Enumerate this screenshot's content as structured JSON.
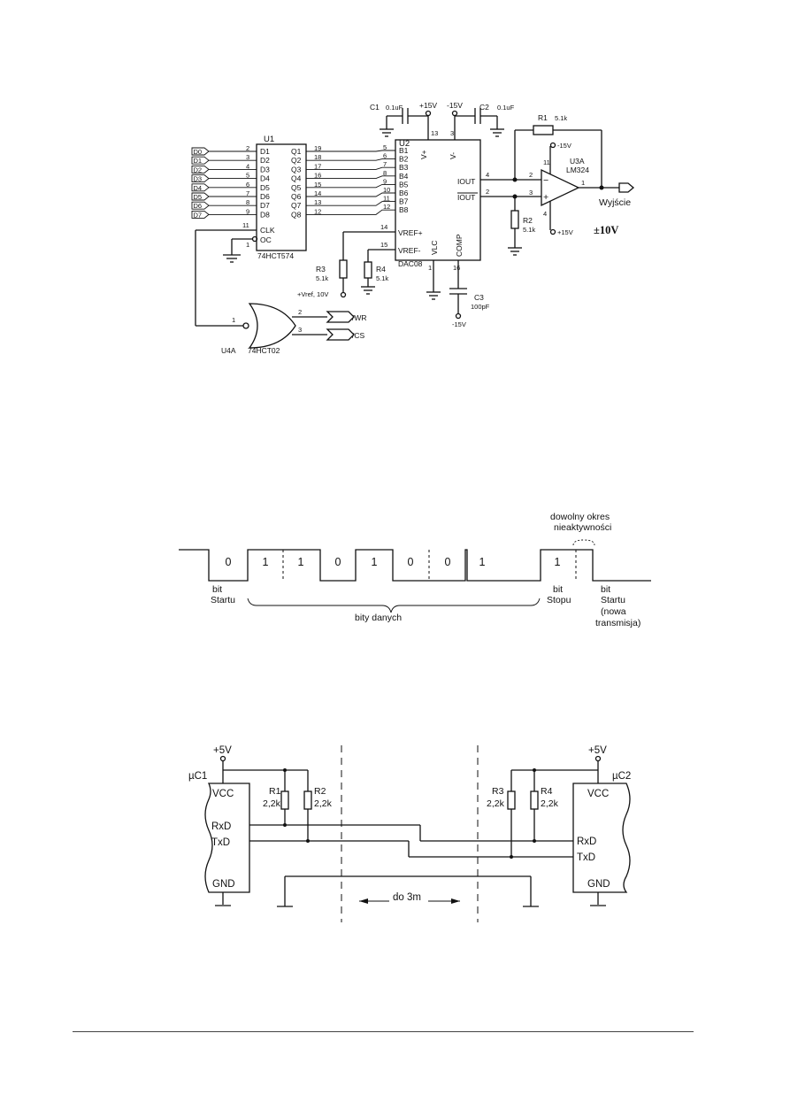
{
  "dac_circuit": {
    "u1": {
      "name": "U1",
      "part": "74HCT574",
      "d_pins": [
        "D1",
        "D2",
        "D3",
        "D4",
        "D5",
        "D6",
        "D7",
        "D8"
      ],
      "q_pins": [
        "Q1",
        "Q2",
        "Q3",
        "Q4",
        "Q5",
        "Q6",
        "Q7",
        "Q8"
      ],
      "clk": "CLK",
      "oc": "OC",
      "in_pins": [
        "2",
        "3",
        "4",
        "5",
        "6",
        "7",
        "8",
        "9"
      ],
      "out_pins": [
        "19",
        "18",
        "17",
        "16",
        "15",
        "14",
        "13",
        "12"
      ],
      "clk_pin": "11",
      "oc_pin": "1"
    },
    "bus_inputs": [
      "D0",
      "D1",
      "D2",
      "D3",
      "D4",
      "D5",
      "D6",
      "D7"
    ],
    "u2": {
      "name": "U2",
      "part": "DAC08",
      "b_pins": [
        "B1",
        "B2",
        "B3",
        "B4",
        "B5",
        "B6",
        "B7",
        "B8"
      ],
      "b_nums": [
        "5",
        "6",
        "7",
        "8",
        "9",
        "10",
        "11",
        "12"
      ],
      "vplus": "V+",
      "vminus": "V-",
      "vplus_pin": "13",
      "vminus_pin": "3",
      "iout": "IOUT",
      "iout_bar": "IOUT",
      "iout_pin": "4",
      "iout_bar_pin": "2",
      "vref_plus": "VREF+",
      "vref_minus": "VREF-",
      "vref_plus_pin": "14",
      "vref_minus_pin": "15",
      "vlc": "VLC",
      "vlc_pin": "1",
      "comp": "COMP",
      "comp_pin": "16"
    },
    "c1": {
      "name": "C1",
      "value": "0.1uF"
    },
    "c2": {
      "name": "C2",
      "value": "0.1uF"
    },
    "c3": {
      "name": "C3",
      "value": "100pF"
    },
    "r1": {
      "name": "R1",
      "value": "5.1k"
    },
    "r2": {
      "name": "R2",
      "value": "5.1k"
    },
    "r3": {
      "name": "R3",
      "value": "5.1k"
    },
    "r4": {
      "name": "R4",
      "value": "5.1k"
    },
    "supply_pos": "+15V",
    "supply_neg": "-15V",
    "vref": "+Vref, 10V",
    "u3": {
      "name": "U3A",
      "part": "LM324",
      "pin_minus": "2",
      "pin_plus": "3",
      "pin_out": "1",
      "pin_vcc": "4",
      "pin_vee": "11",
      "vee": "-15V",
      "vcc": "+15V"
    },
    "output_label": "Wyjście",
    "output_range": "±10V",
    "u4": {
      "name": "U4A",
      "part": "74HCT02",
      "pin_out": "1",
      "pin_a": "2",
      "pin_b": "3"
    },
    "wr": "/WR",
    "cs": "/CS"
  },
  "serial_frame": {
    "bits": [
      "0",
      "1",
      "1",
      "0",
      "1",
      "0",
      "0",
      "1",
      "1"
    ],
    "start_label": [
      "bit",
      "Startu"
    ],
    "stop_label": [
      "bit",
      "Stopu"
    ],
    "data_label": "bity danych",
    "idle_label": [
      "dowolny okres",
      "nieaktywności"
    ],
    "next_label": [
      "bit",
      "Startu",
      "(nowa",
      "transmisja)"
    ]
  },
  "uart_link": {
    "left_chip": "µC1",
    "right_chip": "µC2",
    "supply": "+5V",
    "vcc": "VCC",
    "gnd": "GND",
    "rxd": "RxD",
    "txd": "TxD",
    "r1": {
      "name": "R1",
      "value": "2,2k"
    },
    "r2": {
      "name": "R2",
      "value": "2,2k"
    },
    "r3": {
      "name": "R3",
      "value": "2,2k"
    },
    "r4": {
      "name": "R4",
      "value": "2,2k"
    },
    "distance": "do 3m"
  }
}
